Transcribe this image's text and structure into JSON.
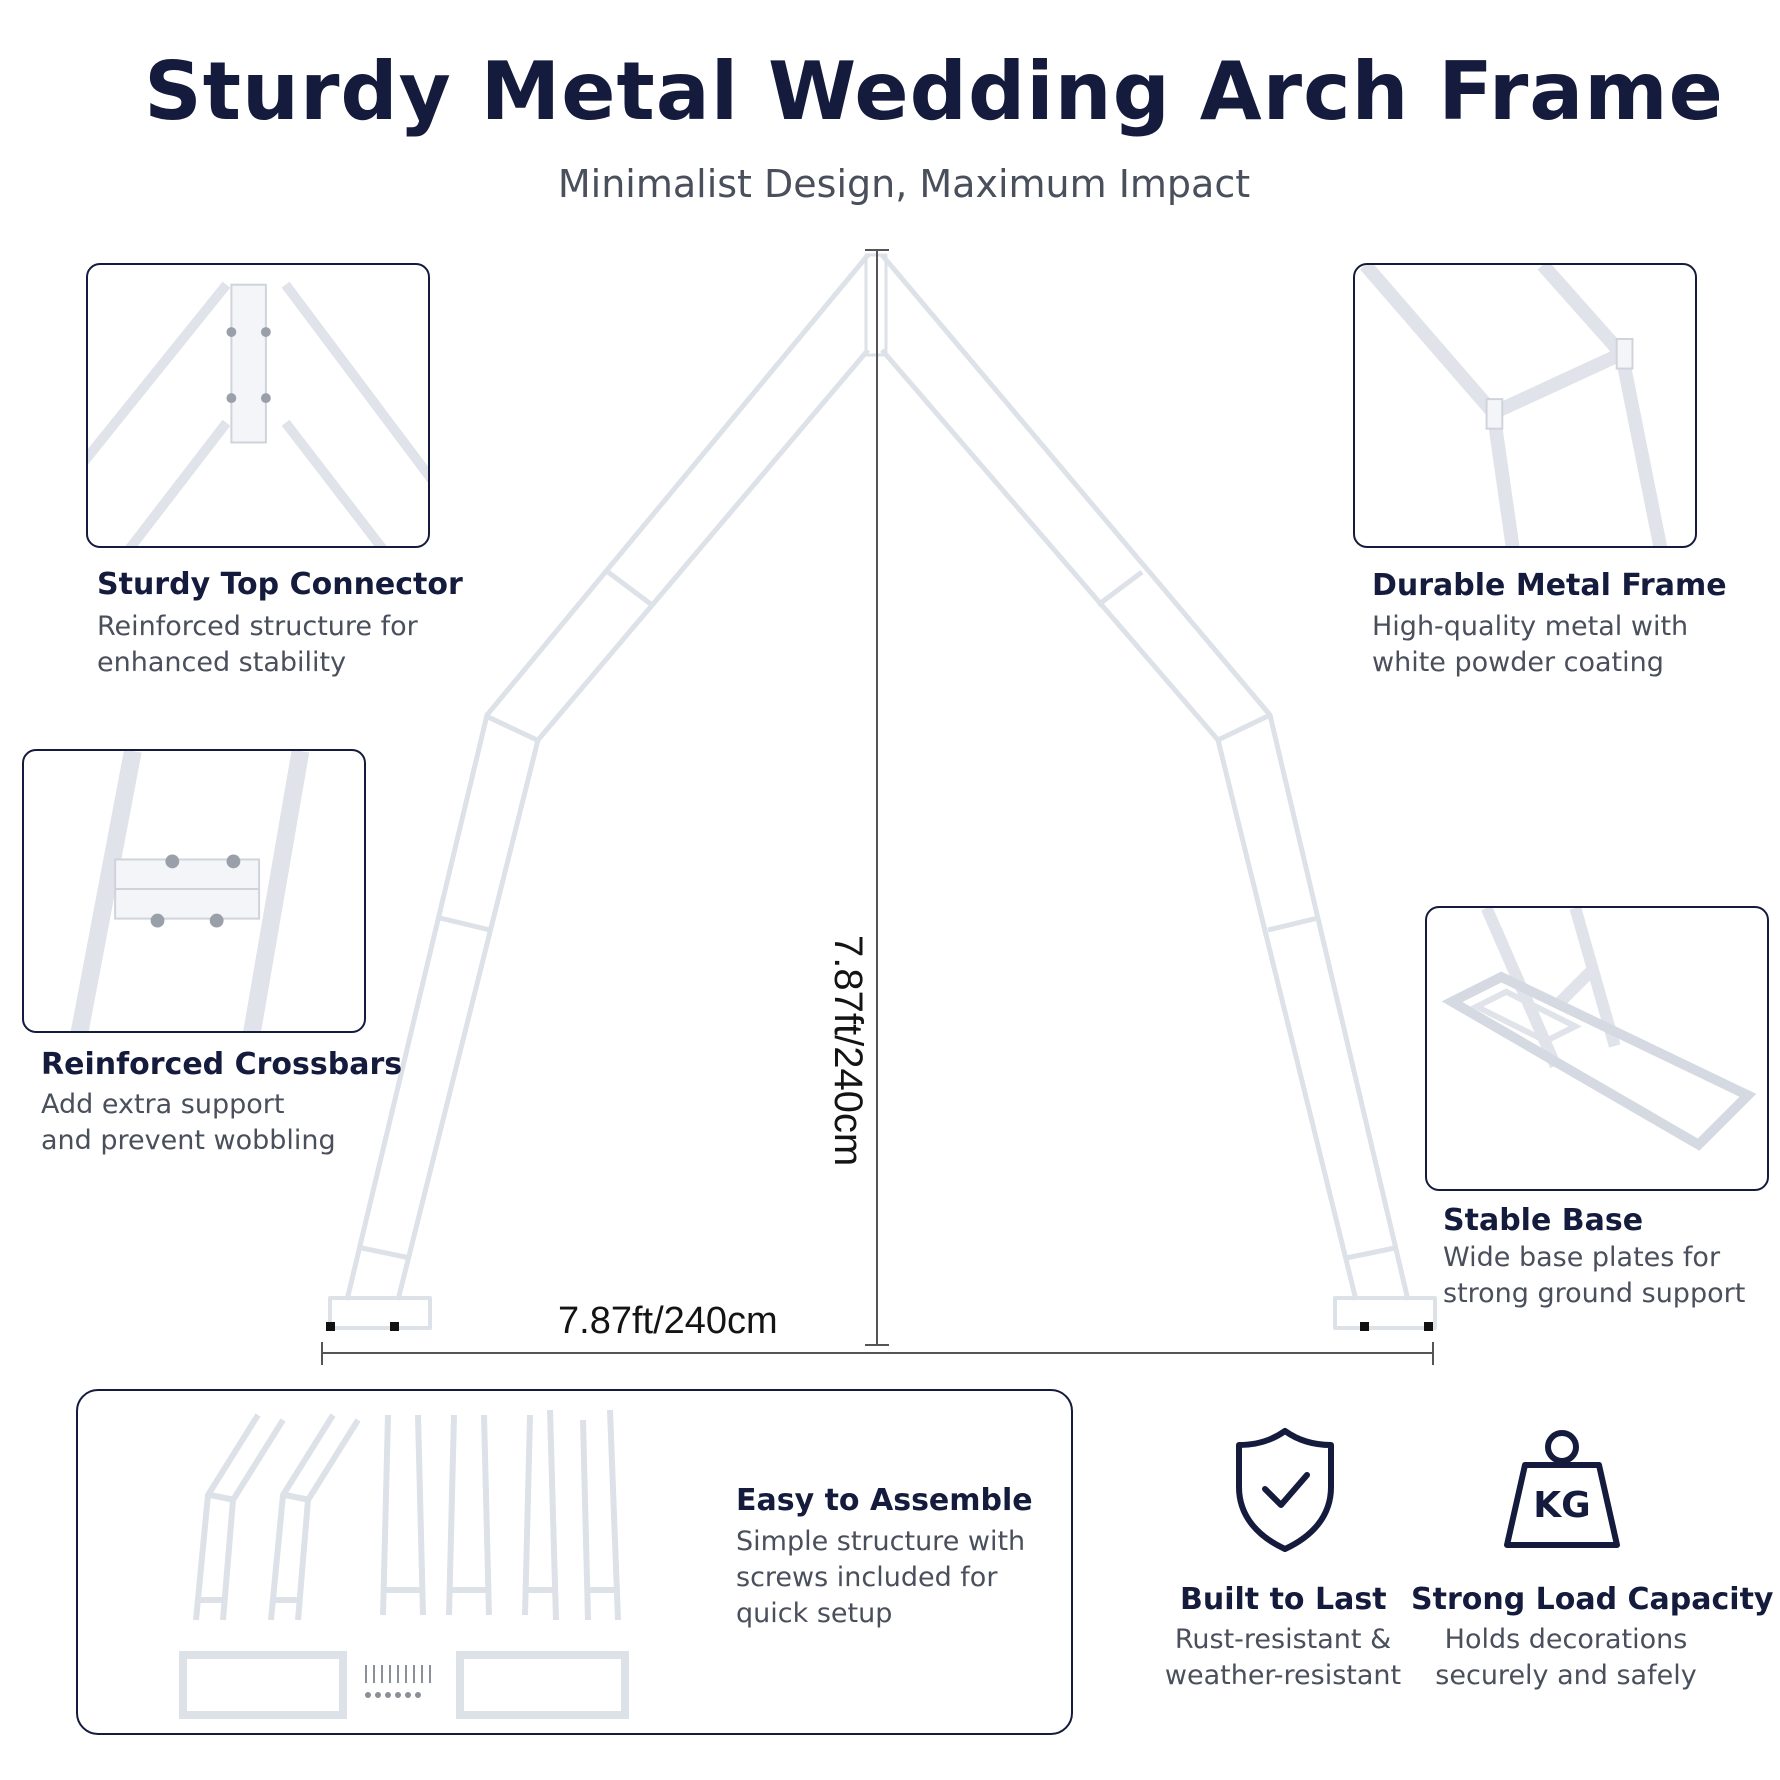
{
  "header": {
    "title": "Sturdy Metal Wedding Arch Frame",
    "subtitle": "Minimalist Design, Maximum Impact"
  },
  "dimensions": {
    "height": "7.87ft/240cm",
    "width": "7.87ft/240cm"
  },
  "features": {
    "top_connector": {
      "title": "Sturdy Top Connector",
      "desc": "Reinforced structure for\nenhanced stability"
    },
    "metal_frame": {
      "title": "Durable Metal Frame",
      "desc": "High-quality metal with\nwhite powder coating"
    },
    "crossbars": {
      "title": "Reinforced Crossbars",
      "desc": "Add extra support\nand prevent wobbling"
    },
    "stable_base": {
      "title": "Stable Base",
      "desc": "Wide base plates for\nstrong ground support"
    },
    "assemble": {
      "title": "Easy to Assemble",
      "desc": "Simple structure with\nscrews included for\nquick setup"
    },
    "built_to_last": {
      "title": "Built to Last",
      "desc": "Rust-resistant &\nweather-resistant"
    },
    "load_capacity": {
      "title": "Strong Load Capacity",
      "desc": "Holds decorations\nsecurely and safely",
      "icon_text": "KG"
    }
  },
  "colors": {
    "navy": "#141b3c",
    "gray_text": "#4a4f5c",
    "frame": "#e4e7ee"
  },
  "icons": [
    "shield-check-icon",
    "kg-weight-icon"
  ]
}
